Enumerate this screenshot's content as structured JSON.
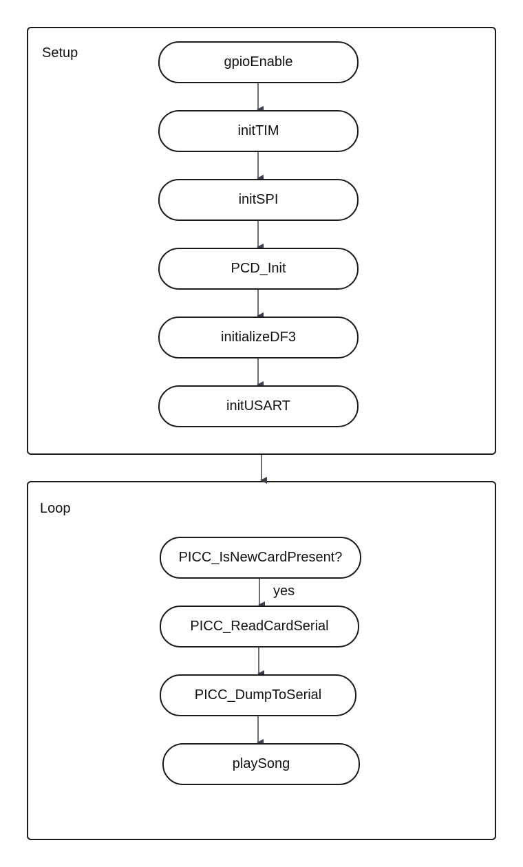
{
  "groups": {
    "setup": {
      "label": "Setup"
    },
    "loop": {
      "label": "Loop"
    }
  },
  "nodes": {
    "gpioEnable": "gpioEnable",
    "initTIM": "initTIM",
    "initSPI": "initSPI",
    "PCD_Init": "PCD_Init",
    "initializeDF3": "initializeDF3",
    "initUSART": "initUSART",
    "PICC_IsNewCardPresent": "PICC_IsNewCardPresent?",
    "PICC_ReadCardSerial": "PICC_ReadCardSerial",
    "PICC_DumpToSerial": "PICC_DumpToSerial",
    "playSong": "playSong"
  },
  "edge_labels": {
    "yes": "yes"
  },
  "colors": {
    "border": "#1a1a1a",
    "arrow": "#3a3f4a"
  }
}
